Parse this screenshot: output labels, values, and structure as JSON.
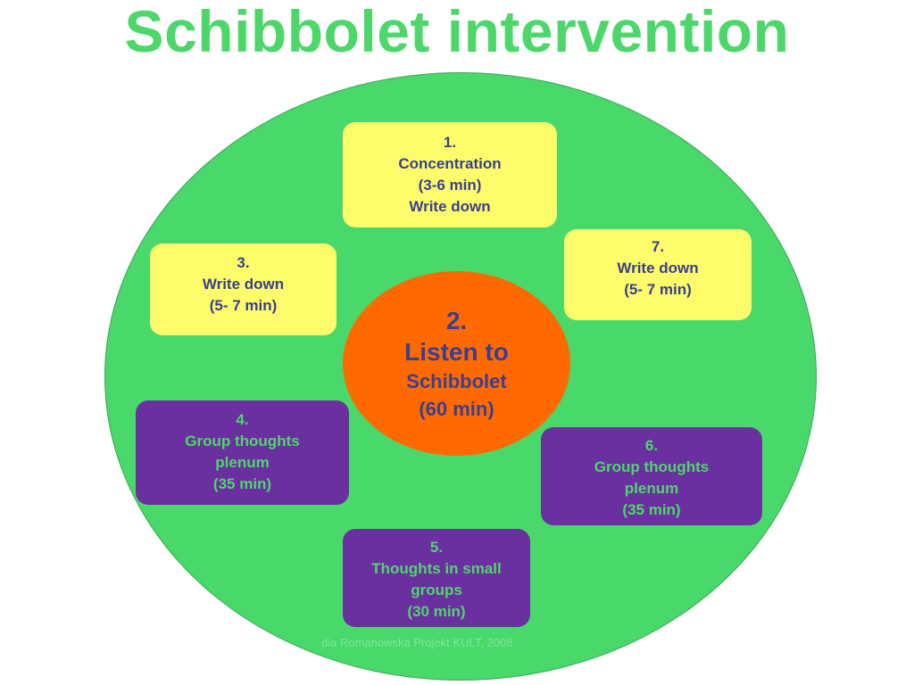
{
  "title": "Schibbolet intervention",
  "steps": {
    "step1": {
      "lines": [
        "1.",
        "Concentration",
        "(3-6 min)",
        "Write down"
      ]
    },
    "step2": {
      "lines": [
        "2.",
        "Listen to",
        "Schibbolet",
        "(60 min)"
      ]
    },
    "step3": {
      "lines": [
        "3.",
        "Write down",
        "(5- 7 min)"
      ]
    },
    "step4": {
      "lines": [
        "4.",
        "Group thoughts",
        "plenum",
        "(35 min)"
      ]
    },
    "step5": {
      "lines": [
        "5.",
        "Thoughts in small",
        "groups",
        "(30 min)"
      ]
    },
    "step6": {
      "lines": [
        "6.",
        "Group thoughts",
        "plenum",
        "(35 min)"
      ]
    },
    "step7": {
      "lines": [
        "7.",
        "Write down",
        "(5- 7 min)"
      ]
    }
  },
  "footer": {
    "lines": [
      "dia Romanowska Projekt KULT, 2008",
      ""
    ]
  },
  "colors": {
    "title_green": "#4dd76b",
    "ellipse_green": "#49d86a",
    "yellow_box": "#fdfd6b",
    "purple_box": "#6b30a0",
    "center_orange": "#ff6a00",
    "dark_text": "#3a3f8f"
  }
}
